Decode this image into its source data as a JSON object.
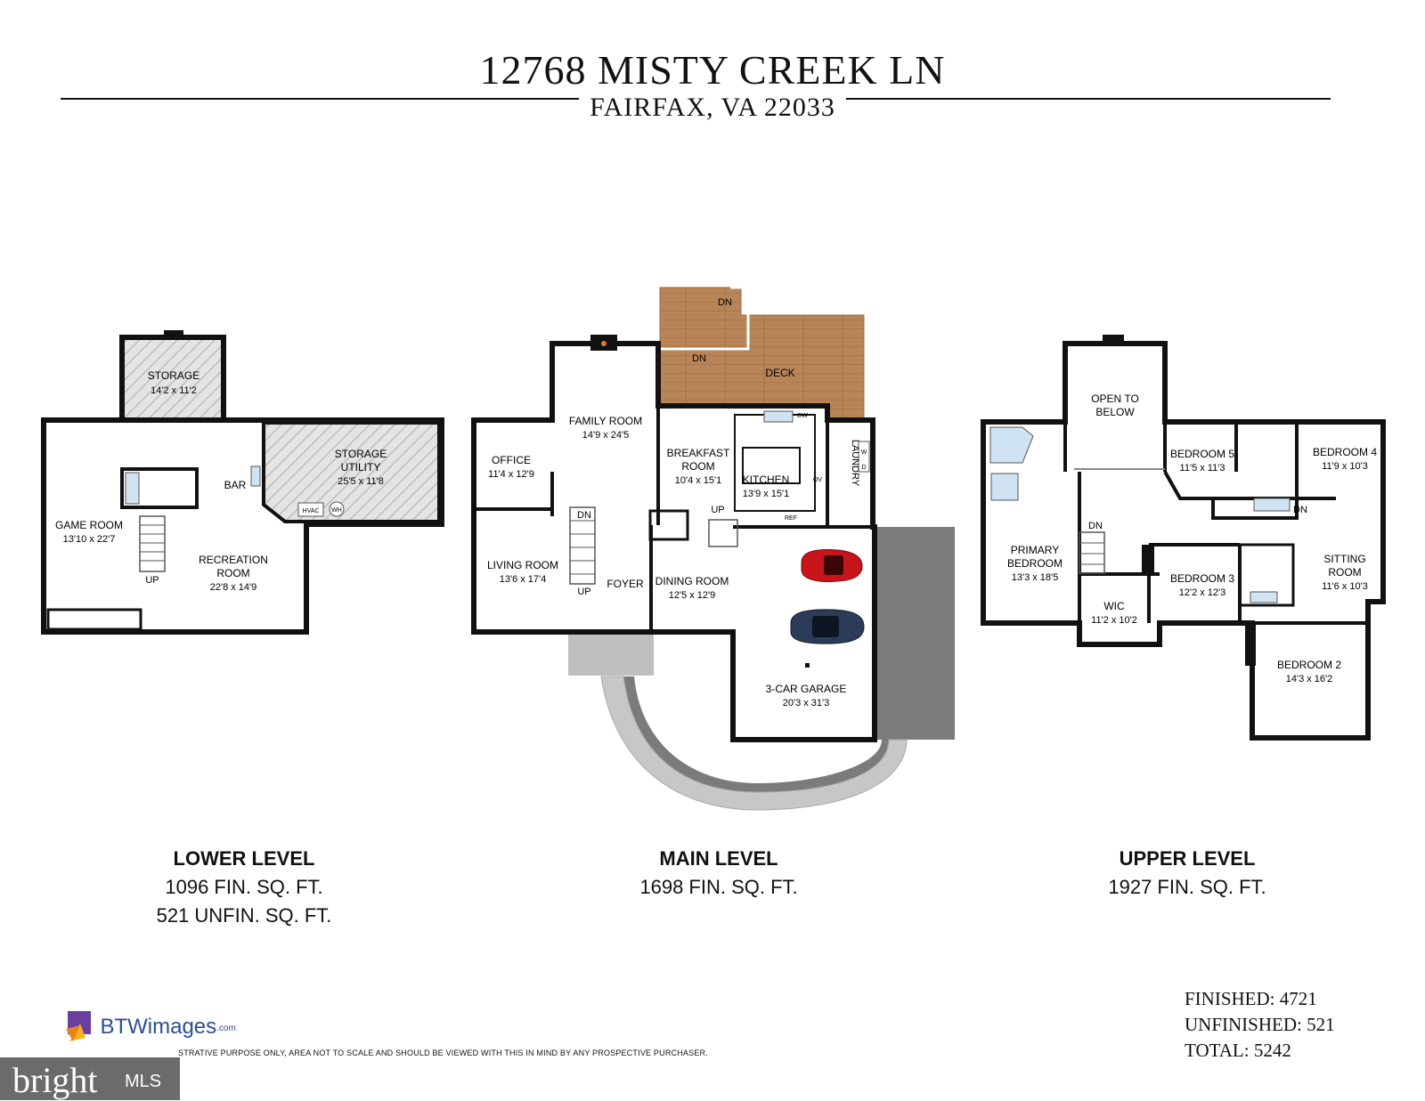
{
  "header": {
    "address": "12768 MISTY CREEK LN",
    "city": "FAIRFAX, VA 22033"
  },
  "lower_level": {
    "name": "LOWER LEVEL",
    "finished": "1096 FIN. SQ. FT.",
    "unfinished": "521 UNFIN. SQ. FT.",
    "rooms": {
      "storage": {
        "name": "STORAGE",
        "dims": "14'2 x 11'2"
      },
      "storage_utility_1": "STORAGE",
      "storage_utility_2": "UTILITY",
      "storage_utility_dims": "25'5 x 11'8",
      "game_room": {
        "name": "GAME ROOM",
        "dims": "13'10 x 22'7"
      },
      "recreation_1": "RECREATION",
      "recreation_2": "ROOM",
      "recreation_dims": "22'8 x 14'9",
      "bar": "BAR",
      "up": "UP",
      "hvac": "HVAC",
      "wh": "WH"
    }
  },
  "main_level": {
    "name": "MAIN LEVEL",
    "finished": "1698 FIN. SQ. FT.",
    "rooms": {
      "deck": "DECK",
      "dn1": "DN",
      "dn2": "DN",
      "dn3": "DN",
      "family_room": {
        "name": "FAMILY ROOM",
        "dims": "14'9 x 24'5"
      },
      "office": {
        "name": "OFFICE",
        "dims": "11'4 x 12'9"
      },
      "breakfast_1": "BREAKFAST",
      "breakfast_2": "ROOM",
      "breakfast_dims": "10'4 x 15'1",
      "kitchen": {
        "name": "KITCHEN",
        "dims": "13'9 x 15'1"
      },
      "laundry": "LAUNDRY",
      "living_room": {
        "name": "LIVING ROOM",
        "dims": "13'6 x 17'4"
      },
      "foyer": "FOYER",
      "up": "UP",
      "up2": "UP",
      "dining_room": {
        "name": "DINING ROOM",
        "dims": "12'5 x 12'9"
      },
      "garage": {
        "name": "3-CAR GARAGE",
        "dims": "20'3 x 31'3"
      },
      "dw": "DW",
      "ov": "OV",
      "ref": "REF",
      "w": "W",
      "d": "D"
    }
  },
  "upper_level": {
    "name": "UPPER LEVEL",
    "finished": "1927 FIN. SQ. FT.",
    "rooms": {
      "open_1": "OPEN TO",
      "open_2": "BELOW",
      "bedroom5": {
        "name": "BEDROOM 5",
        "dims": "11'5 x 11'3"
      },
      "bedroom4": {
        "name": "BEDROOM 4",
        "dims": "11'9 x 10'3"
      },
      "primary_1": "PRIMARY",
      "primary_2": "BEDROOM",
      "primary_dims": "13'3 x 18'5",
      "dn": "DN",
      "dn2": "DN",
      "bedroom3": {
        "name": "BEDROOM 3",
        "dims": "12'2 x 12'3"
      },
      "sitting_1": "SITTING",
      "sitting_2": "ROOM",
      "sitting_dims": "11'6 x 10'3",
      "wic": {
        "name": "WIC",
        "dims": "11'2 x 10'2"
      },
      "bedroom2": {
        "name": "BEDROOM 2",
        "dims": "14'3 x 16'2"
      }
    }
  },
  "totals": {
    "finished": "FINISHED: 4721",
    "unfinished": "UNFINISHED: 521",
    "total": "TOTAL: 5242"
  },
  "branding": {
    "btw": "BTWimages",
    "btw_com": ".com",
    "bright": "bright",
    "mls": "MLS",
    "disclaimer": "STRATIVE PURPOSE ONLY, AREA NOT TO SCALE AND SHOULD BE VIEWED WITH THIS IN MIND BY ANY PROSPECTIVE PURCHASER."
  },
  "colors": {
    "wall": "#111111",
    "deck": "#b8865a",
    "driveway": "#7a7a7a",
    "walkway": "#cfcfcf",
    "car_red": "#c8151b",
    "car_blue": "#2c3c58"
  }
}
